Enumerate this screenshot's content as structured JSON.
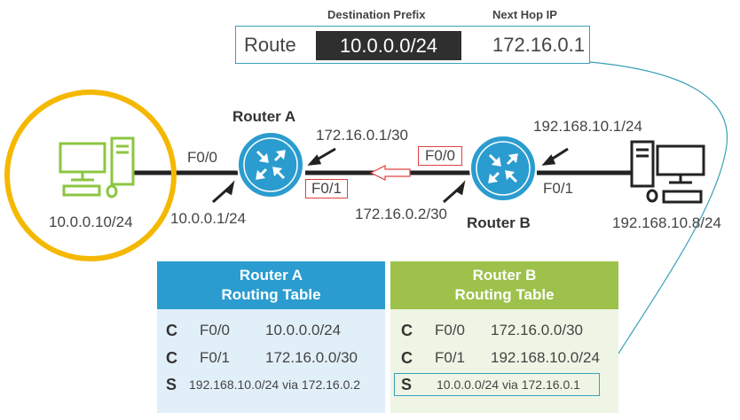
{
  "route_box": {
    "dest_header": "Destination Prefix",
    "nexthop_header": "Next Hop IP",
    "route_label": "Route",
    "dest_value": "10.0.0.0/24",
    "nexthop_value": "172.16.0.1"
  },
  "routers": {
    "a_name": "Router A",
    "b_name": "Router B"
  },
  "labels": {
    "pc_left_ip": "10.0.0.10/24",
    "a_f00": "F0/0",
    "a_f00_ip": "10.0.0.1/24",
    "a_f01_ip": "172.16.0.1/30",
    "a_f01": "F0/1",
    "b_f00": "F0/0",
    "b_f00_ip": "172.16.0.2/30",
    "b_f01_ip": "192.168.10.1/24",
    "b_f01": "F0/1",
    "pc_right_ip": "192.168.10.8/24"
  },
  "table_a": {
    "title_line1": "Router A",
    "title_line2": "Routing Table",
    "rows": [
      {
        "code": "C",
        "iface": "F0/0",
        "network": "10.0.0.0/24"
      },
      {
        "code": "C",
        "iface": "F0/1",
        "network": "172.16.0.0/30"
      },
      {
        "code": "S",
        "text": "192.168.10.0/24 via 172.16.0.2"
      }
    ]
  },
  "table_b": {
    "title_line1": "Router B",
    "title_line2": "Routing Table",
    "rows": [
      {
        "code": "C",
        "iface": "F0/0",
        "network": "172.16.0.0/30"
      },
      {
        "code": "C",
        "iface": "F0/1",
        "network": "192.168.10.0/24"
      },
      {
        "code": "S",
        "text": "10.0.0.0/24 via 172.16.0.1"
      }
    ]
  },
  "colors": {
    "router_fill": "#2b9ccf",
    "pc_left": "#8cc63f",
    "highlight_circle": "#f5b800",
    "table_a_header": "#2b9ccf",
    "table_b_header": "#9dc14b",
    "red_box": "#e04040",
    "connector": "#3aa0b8"
  }
}
